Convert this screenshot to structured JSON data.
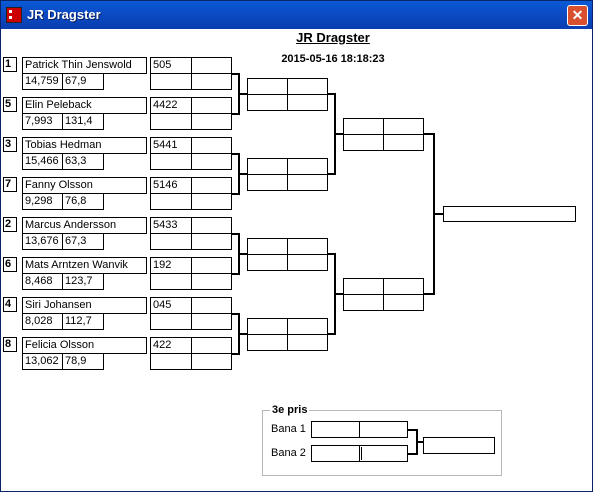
{
  "window": {
    "title": "JR Dragster",
    "close_label": "✕"
  },
  "header": {
    "title": "JR Dragster",
    "timestamp": "2015-05-16 18:18:23"
  },
  "round1": [
    {
      "seed": "1",
      "name": "Patrick Thin Jenswold",
      "time": "14,759",
      "speed": "67,9",
      "car": "505"
    },
    {
      "seed": "5",
      "name": "Elin Peleback",
      "time": "7,993",
      "speed": "131,4",
      "car": "4422"
    },
    {
      "seed": "3",
      "name": "Tobias Hedman",
      "time": "15,466",
      "speed": "63,3",
      "car": "5441"
    },
    {
      "seed": "7",
      "name": "Fanny Olsson",
      "time": "9,298",
      "speed": "76,8",
      "car": "5146"
    },
    {
      "seed": "2",
      "name": "Marcus Andersson",
      "time": "13,676",
      "speed": "67,3",
      "car": "5433"
    },
    {
      "seed": "6",
      "name": "Mats Arntzen Wanvik",
      "time": "8,468",
      "speed": "123,7",
      "car": "192"
    },
    {
      "seed": "4",
      "name": "Siri Johansen",
      "time": "8,028",
      "speed": "112,7",
      "car": "045"
    },
    {
      "seed": "8",
      "name": "Felicia Olsson",
      "time": "13,062",
      "speed": "78,9",
      "car": "422"
    }
  ],
  "third_place": {
    "legend": "3e pris",
    "lane1": "Bana 1",
    "lane2": "Bana 2"
  }
}
